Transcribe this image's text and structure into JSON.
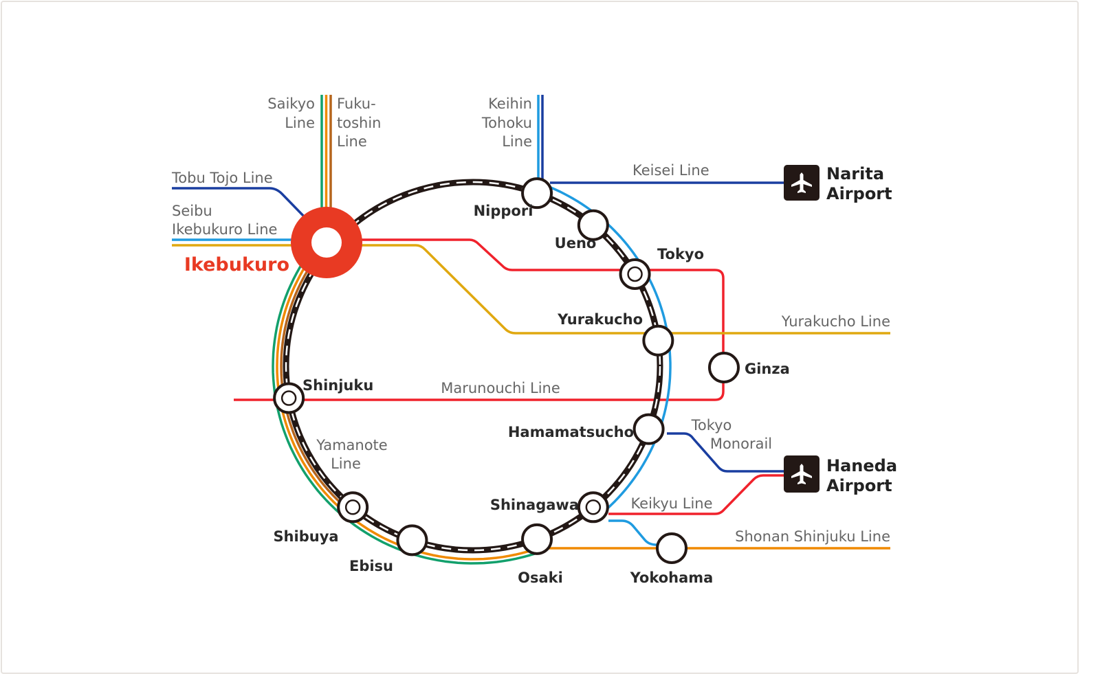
{
  "colors": {
    "yamanote": "#231815",
    "saikyo": "#12a06c",
    "shonan_shinjuku": "#f08a00",
    "fukutoshin": "#b5651d",
    "keihin_tohoku": "#1f9be0",
    "dark_blue": "#1a3ea0",
    "marunouchi": "#f0222c",
    "yurakucho": "#e0a810",
    "ikebukuro": "#e83a23"
  },
  "lines": {
    "saikyo": [
      "Saikyo",
      "Line"
    ],
    "fukutoshin": [
      "Fuku-",
      "toshin",
      "Line"
    ],
    "keihin_tohoku": [
      "Keihin",
      "Tohoku",
      "Line"
    ],
    "tobu_tojo": "Tobu Tojo Line",
    "seibu_ikebukuro": [
      "Seibu",
      "Ikebukuro Line"
    ],
    "keisei": "Keisei Line",
    "yurakucho": "Yurakucho Line",
    "marunouchi": "Marunouchi Line",
    "tokyo_monorail": [
      "Tokyo",
      "Monorail"
    ],
    "yamanote": [
      "Yamanote",
      "Line"
    ],
    "keikyu": "Keikyu Line",
    "shonan_shinjuku": "Shonan Shinjuku Line"
  },
  "stations": {
    "ikebukuro": "Ikebukuro",
    "nippori": "Nippori",
    "ueno": "Ueno",
    "tokyo": "Tokyo",
    "yurakucho": "Yurakucho",
    "ginza": "Ginza",
    "shinjuku": "Shinjuku",
    "hamamatsucho": "Hamamatsucho",
    "shinagawa": "Shinagawa",
    "shibuya": "Shibuya",
    "ebisu": "Ebisu",
    "osaki": "Osaki",
    "yokohama": "Yokohama"
  },
  "airports": {
    "narita": [
      "Narita",
      "Airport"
    ],
    "haneda": [
      "Haneda",
      "Airport"
    ],
    "icon": "airplane-icon"
  }
}
